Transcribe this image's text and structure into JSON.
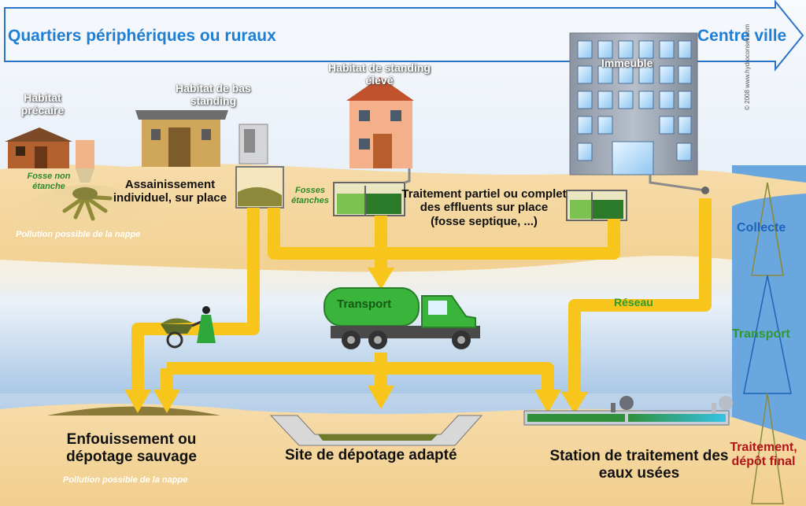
{
  "header": {
    "left_label": "Quartiers périphériques ou ruraux",
    "right_label": "Centre ville"
  },
  "copyright": "© 2008 www.hydroconseil.com",
  "dwellings": {
    "precaire": "Habitat précaire",
    "bas_standing": "Habitat de bas standing",
    "standing_eleve": "Habitat de standing élevé",
    "immeuble": "Immeuble"
  },
  "labels": {
    "fosse_non_etanche": "Fosse non étanche",
    "assainissement": "Assainissement individuel, sur place",
    "fosses_etanches": "Fosses étanches",
    "traitement_partiel": "Traitement partiel ou complet des effluents sur place (fosse septique, ...)",
    "pollution_top": "Pollution possible de la nappe",
    "pollution_bottom": "Pollution possible de la nappe",
    "transport_truck": "Transport",
    "reseau": "Réseau",
    "enfouissement": "Enfouissement ou dépotage sauvage",
    "site_depotage": "Site de dépotage adapté",
    "station": "Station de traitement des eaux usées"
  },
  "stages": {
    "collecte": "Collecte",
    "transport": "Transport",
    "traitement": "Traitement, dépôt final"
  },
  "colors": {
    "arrow_yellow": "#f7c51c",
    "sky_top": "#f6f8fc",
    "sky_bottom": "#8fb6dc",
    "sand": "#f3d59a",
    "stage_green": "#2e9a2e",
    "stage_blue": "#1d63b8",
    "stage_red": "#b3141a",
    "truck_green": "#3bb43b",
    "header_blue": "#1f7fd4"
  },
  "icons": [
    "stage-bracket-icon",
    "truck-icon",
    "person-wheelbarrow-icon",
    "building-icon",
    "house-icon",
    "hut-icon",
    "tank-icon",
    "pipe-icon"
  ]
}
